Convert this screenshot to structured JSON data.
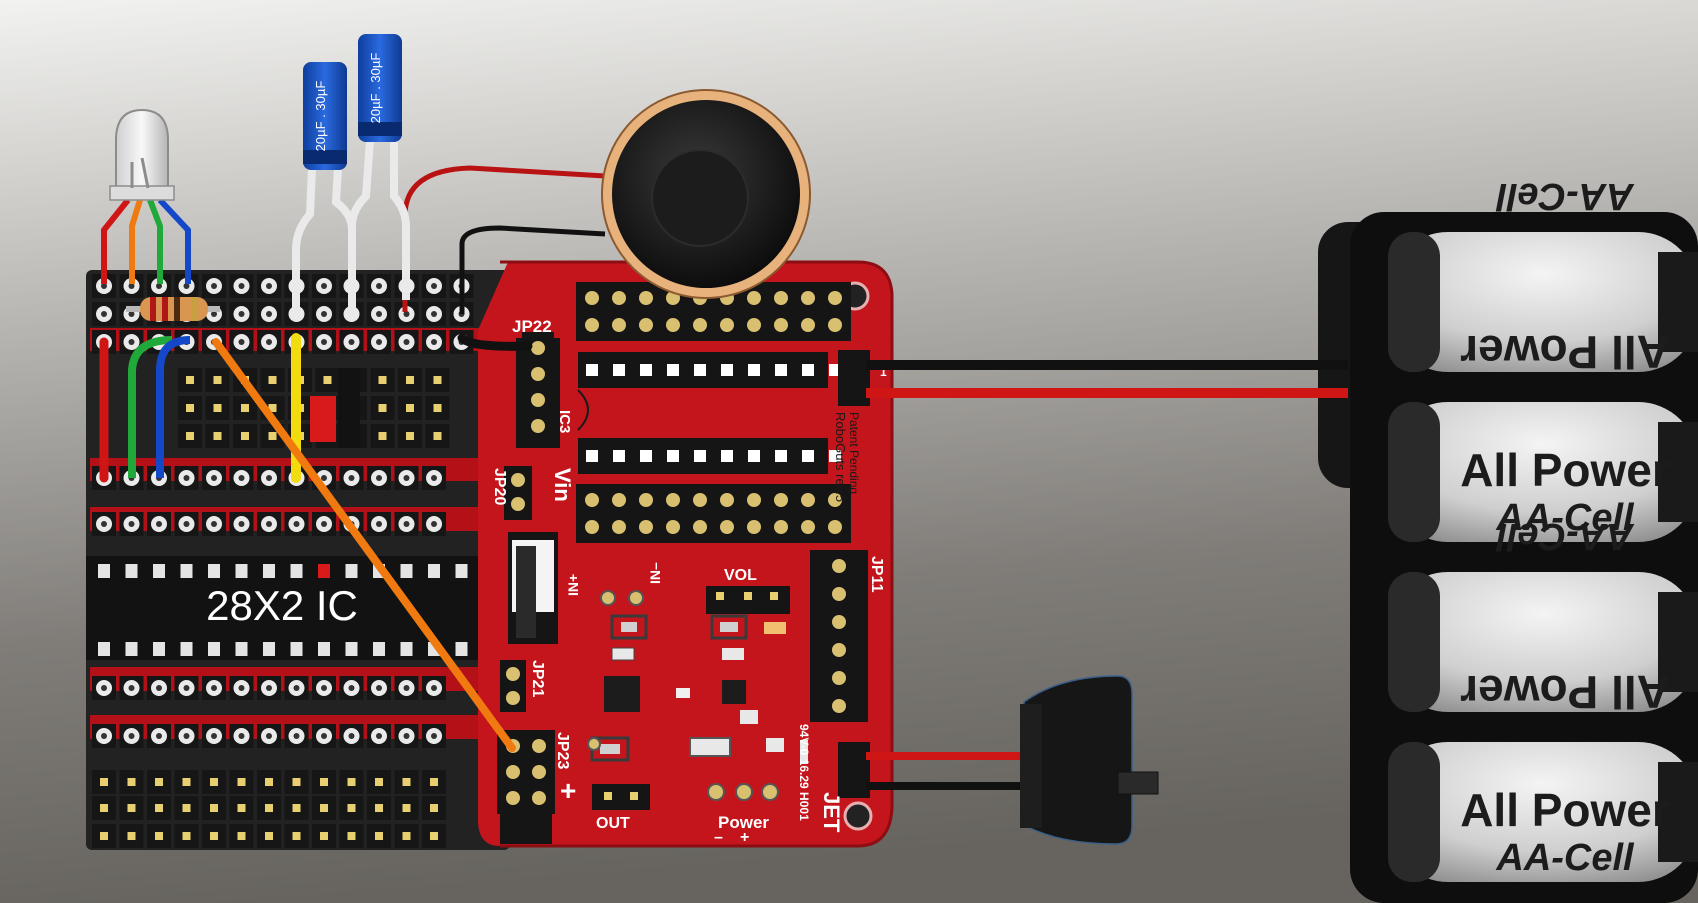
{
  "colors": {
    "background_light": "#e8e8e6",
    "background_dark": "#5c5955",
    "board_red": "#c4141c",
    "proto_black": "#232323",
    "wire_red": "#d01515",
    "wire_black": "#111111",
    "wire_orange": "#f07a10",
    "wire_green": "#21a83a",
    "wire_blue": "#1448c8",
    "wire_yellow": "#f2dc10",
    "capacitor_blue": "#1a55c8",
    "speaker_rim": "#e8b27c"
  },
  "labels": {
    "ic": "28X2 IC",
    "jp22": "JP22",
    "jp20": "JP20",
    "jp21": "JP21",
    "jp23": "JP23",
    "jp11": "JP11",
    "ic3": "IC3",
    "vin": "Vin",
    "vol": "VOL",
    "in_plus": "IN+",
    "in_minus": "IN–",
    "out": "OUT",
    "power": "Power",
    "plus": "+",
    "minus": "–",
    "robo_guts": "RoboGuts rev.5",
    "patent": "Patent Pending",
    "jet": "JET",
    "jet_code": "94V-0 16.29 H001",
    "pin_one": "1"
  },
  "capacitors": [
    {
      "label": "20µF . 30µF"
    },
    {
      "label": "20µF . 30µF"
    }
  ],
  "battery_cells": [
    {
      "label_top": "AA-Cell",
      "label_main": "All Power",
      "flipped": true
    },
    {
      "label_top": "AA-Cell",
      "label_main": "All Power",
      "flipped": false
    },
    {
      "label_top": "AA-Cell",
      "label_main": "All Power",
      "flipped": true
    },
    {
      "label_top": "AA-Cell",
      "label_main": "All Power",
      "flipped": false
    }
  ]
}
